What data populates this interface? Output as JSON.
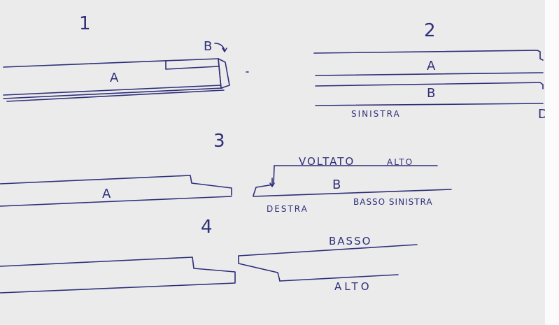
{
  "colors": {
    "paper": "#ebebec",
    "ink": "#2e2f78",
    "edge": "#fbfbfc"
  },
  "step1": {
    "number": "1",
    "label_a": "A",
    "label_b": "B"
  },
  "step2": {
    "number": "2",
    "label_a": "A",
    "label_b": "B",
    "left": "SINISTRA",
    "right": "D"
  },
  "step3": {
    "number": "3",
    "label_a": "A",
    "label_b": "B",
    "turned": "VOLTATO",
    "top": "ALTO",
    "right": "DESTRA",
    "bottom_left": "BASSO SINISTRA"
  },
  "step4": {
    "number": "4",
    "bottom": "BASSO",
    "top": "ALTO"
  }
}
